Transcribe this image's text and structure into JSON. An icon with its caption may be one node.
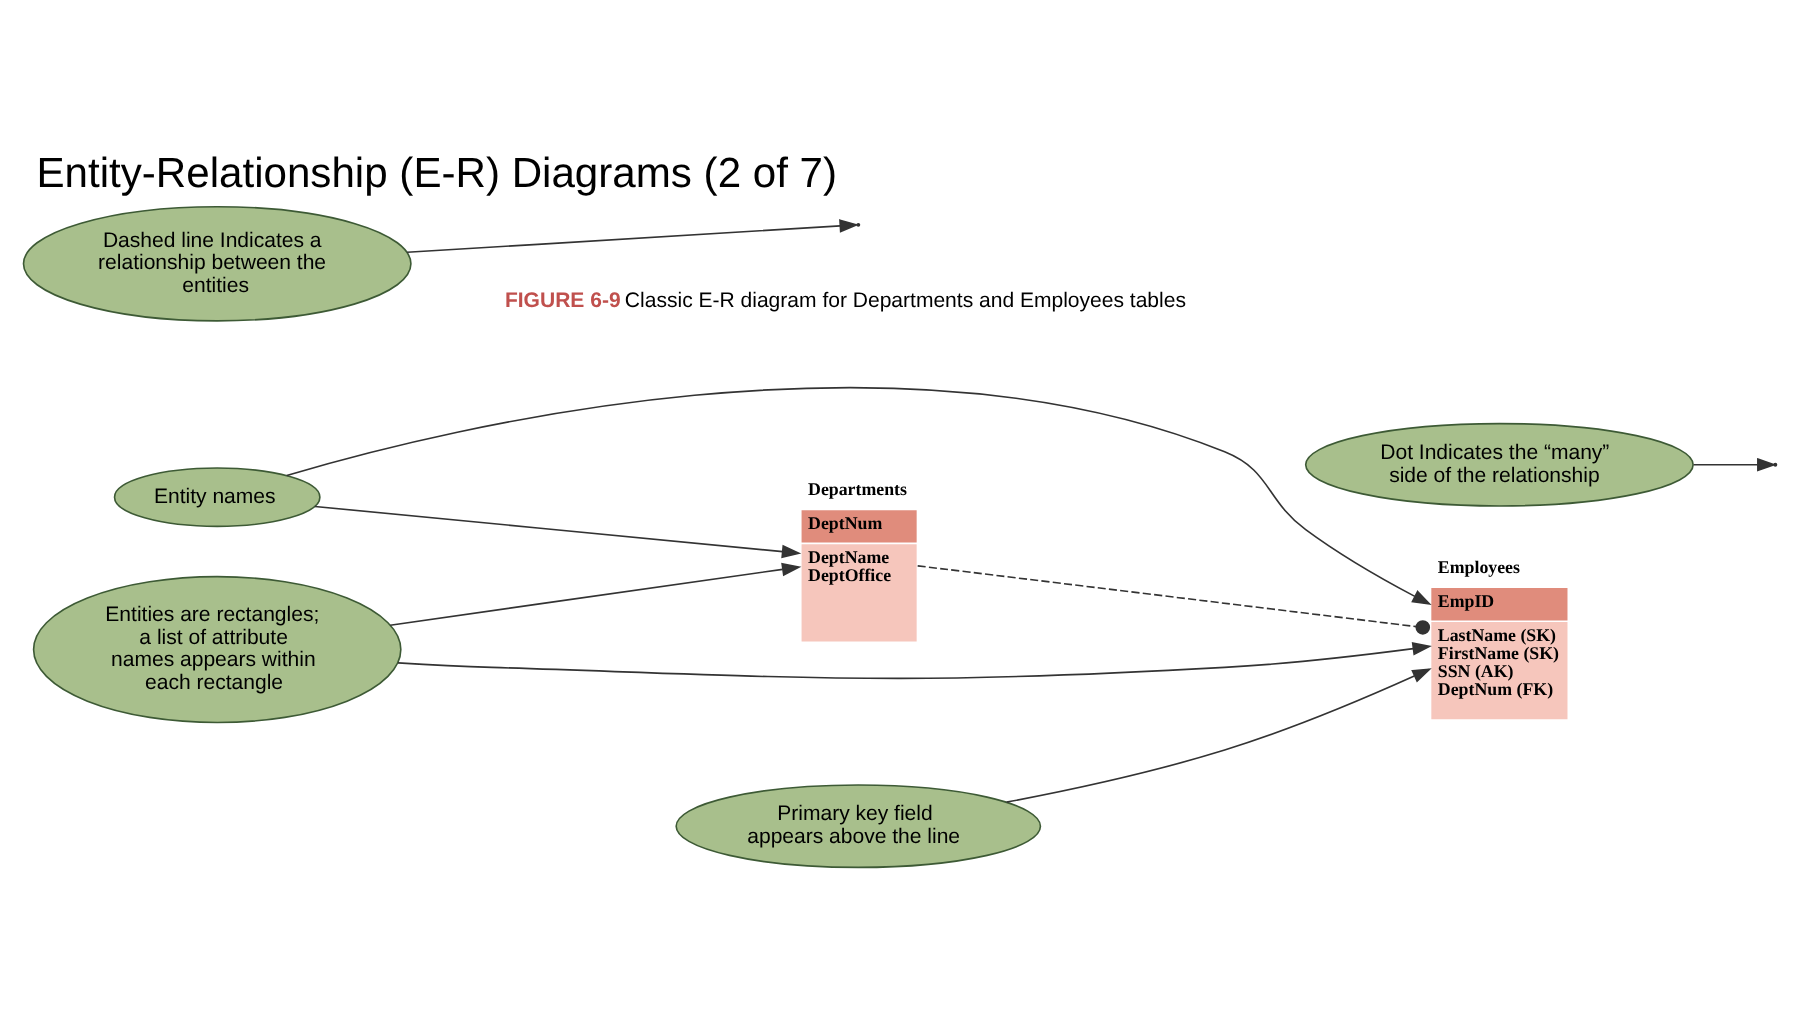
{
  "diagram": {
    "title": "Entity-Relationship (E-R) Diagrams (2 of 7)",
    "caption": "**FIGURE 6-9** Classic E-R diagram for Departments and Employees tables",
    "nodes": [
      {
        "text": [
          "Entity names"
        ]
      },
      {
        "text": [
          "Departments",
          "DeptNum",
          "DeptName",
          "DeptOffice"
        ]
      },
      {
        "text": [
          "Employees",
          "EmpID",
          "LastName (SK)",
          "FirstName (SK)",
          "SSN (AK)",
          "DeptNum (FK)"
        ]
      },
      {
        "text": [
          "Entities are rectangles; a list of attribute names appears within each rectangle"
        ]
      },
      {
        "text": [
          "Primary key field appears above the line"
        ]
      },
      {
        "text": [
          "Dashed line Indicates a relationship between the entities"
        ]
      },
      {
        "text": [
          "Dot Indicates the “many” side of the relationship"
        ]
      }
    ],
    "edges": [
      {
        "from": 0,
        "to": 1,
        "arrow": "to"
      },
      {
        "from": 0,
        "to": 2,
        "arrow": "to"
      },
      {
        "from": 3,
        "to": 1,
        "arrow": "to"
      },
      {
        "from": 3,
        "to": 2,
        "arrow": "to"
      },
      {
        "from": 1,
        "to": 2,
        "arrow": "other",
        "style": "dashed"
      },
      {
        "from": 4,
        "to": 2,
        "arrow": "to"
      },
      {
        "from": 5,
        "to": null,
        "arrow": "to"
      },
      {
        "from": 6,
        "to": null,
        "arrow": "to"
      }
    ]
  }
}
